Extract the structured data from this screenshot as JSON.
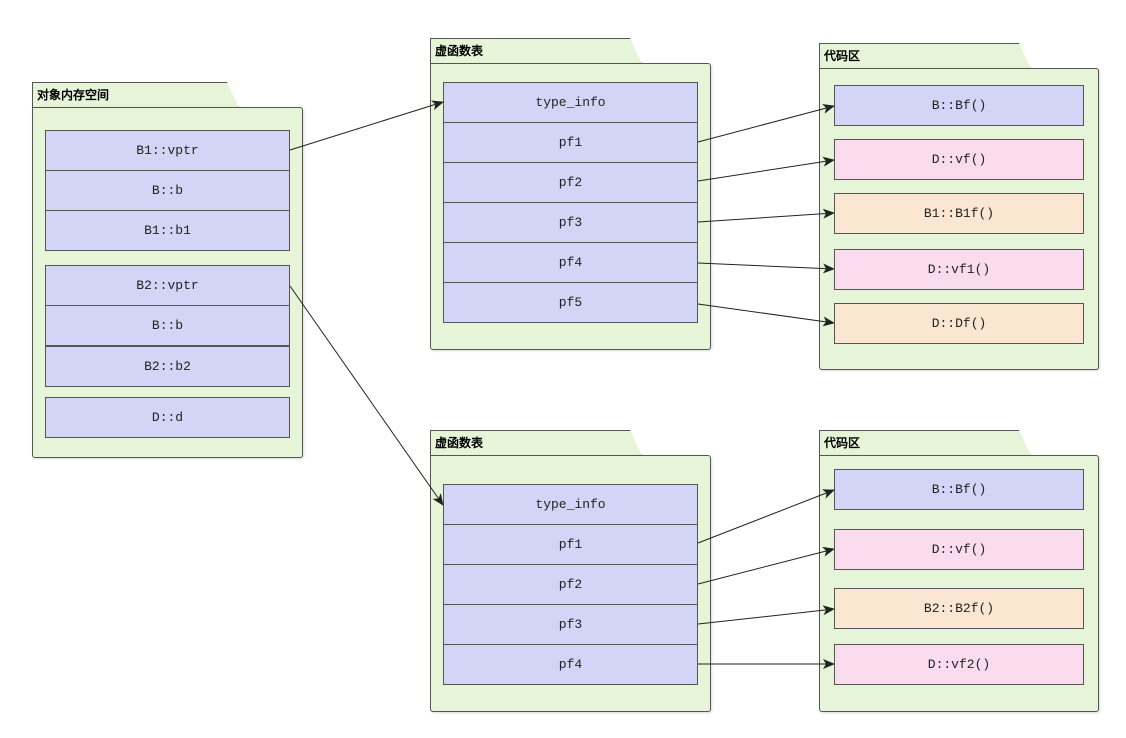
{
  "object_memory": {
    "title": "对象内存空间",
    "group1": [
      "B1::vptr",
      "B::b",
      "B1::b1"
    ],
    "group2": [
      "B2::vptr",
      "B::b",
      "B2::b2"
    ],
    "group3": [
      "D::d"
    ]
  },
  "vtable1": {
    "title": "虚函数表",
    "rows": [
      "type_info",
      "pf1",
      "pf2",
      "pf3",
      "pf4",
      "pf5"
    ]
  },
  "code1": {
    "title": "代码区",
    "items": [
      {
        "label": "B::Bf()",
        "color": "#d2d5f6"
      },
      {
        "label": "D::vf()",
        "color": "#fbdcef"
      },
      {
        "label": "B1::B1f()",
        "color": "#fbe6d2"
      },
      {
        "label": "D::vf1()",
        "color": "#fbdcef"
      },
      {
        "label": "D::Df()",
        "color": "#fbe6d2"
      }
    ]
  },
  "vtable2": {
    "title": "虚函数表",
    "rows": [
      "type_info",
      "pf1",
      "pf2",
      "pf3",
      "pf4"
    ]
  },
  "code2": {
    "title": "代码区",
    "items": [
      {
        "label": "B::Bf()",
        "color": "#d2d5f6"
      },
      {
        "label": "D::vf()",
        "color": "#fbdcef"
      },
      {
        "label": "B2::B2f()",
        "color": "#fbe6d2"
      },
      {
        "label": "D::vf2()",
        "color": "#fbdcef"
      }
    ]
  }
}
